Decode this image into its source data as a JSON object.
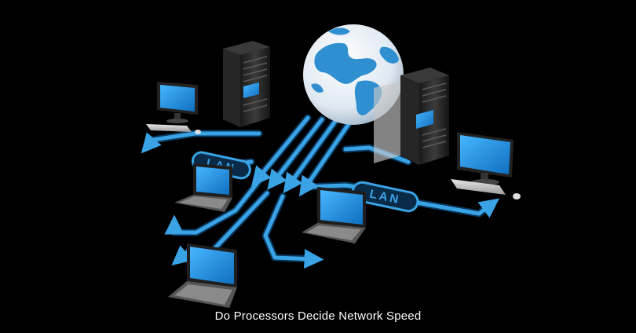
{
  "caption": "Do Processors Decide Network Speed",
  "lan_labels": [
    "LAN",
    "LAN"
  ],
  "colors": {
    "background": "#000000",
    "cable": "#3aa3e6",
    "cable_dark": "#0b4f8a",
    "screen": "#1b8fe0",
    "device_body": "#2b2b2b",
    "globe_ocean": "#f2f6fa",
    "globe_land": "#2f8fd0"
  },
  "icons": [
    "globe-icon",
    "server-rack-icon",
    "desktop-monitor-icon",
    "laptop-icon",
    "keyboard-icon",
    "mouse-icon"
  ]
}
